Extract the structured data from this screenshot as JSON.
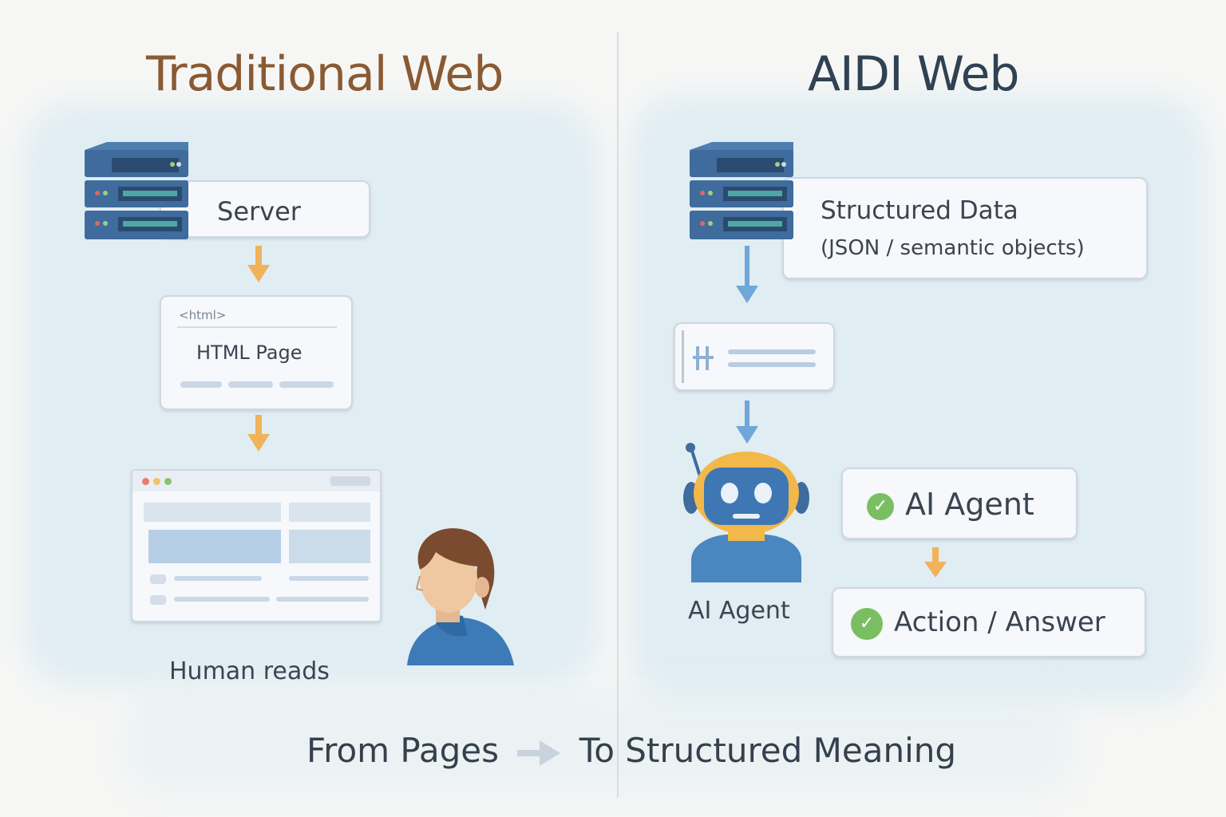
{
  "left": {
    "title": "Traditional Web",
    "server_label": "Server",
    "html_tag": "<html>",
    "html_page_label": "HTML Page",
    "human_label": "Human reads"
  },
  "right": {
    "title": "AIDI Web",
    "structured_title": "Structured Data",
    "structured_subtitle": "(JSON / semantic objects)",
    "agent_label": "AI Agent",
    "agent_card_label": "AI Agent",
    "action_label": "Action / Answer"
  },
  "footer": {
    "from": "From Pages",
    "to": "To Structured Meaning"
  },
  "icons": [
    "server-icon",
    "browser-window-icon",
    "person-icon",
    "robot-icon",
    "check-icon",
    "arrow-right-icon"
  ],
  "colors": {
    "left_title": "#8a5a33",
    "right_title": "#2f4152",
    "orange_arrow": "#f0b35a",
    "blue_arrow": "#6fa7d8",
    "check_green": "#79bf62"
  }
}
